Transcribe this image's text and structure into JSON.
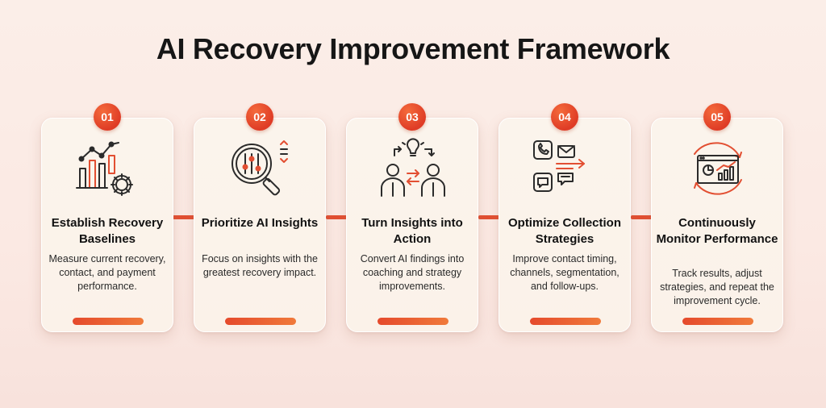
{
  "title": "AI Recovery Improvement Framework",
  "colors": {
    "accent": "#e24f32",
    "accent_light": "#f07a3a",
    "text": "#161616"
  },
  "steps": [
    {
      "number": "01",
      "title": "Establish Recovery Baselines",
      "description": "Measure current recovery, contact, and payment performance.",
      "icon": "chart-gear-icon"
    },
    {
      "number": "02",
      "title": "Prioritize AI Insights",
      "description": "Focus on insights with the greatest recovery impact.",
      "icon": "magnifier-sliders-icon"
    },
    {
      "number": "03",
      "title": "Turn Insights into Action",
      "description": "Convert AI findings into coaching and strategy improvements.",
      "icon": "people-lightbulb-icon"
    },
    {
      "number": "04",
      "title": "Optimize Collection Strategies",
      "description": "Improve contact timing, channels, segmentation, and follow-ups.",
      "icon": "channels-icon"
    },
    {
      "number": "05",
      "title": "Continuously Monitor Performance",
      "description": "Track results, adjust strategies, and repeat the improvement cycle.",
      "icon": "monitor-cycle-icon"
    }
  ]
}
